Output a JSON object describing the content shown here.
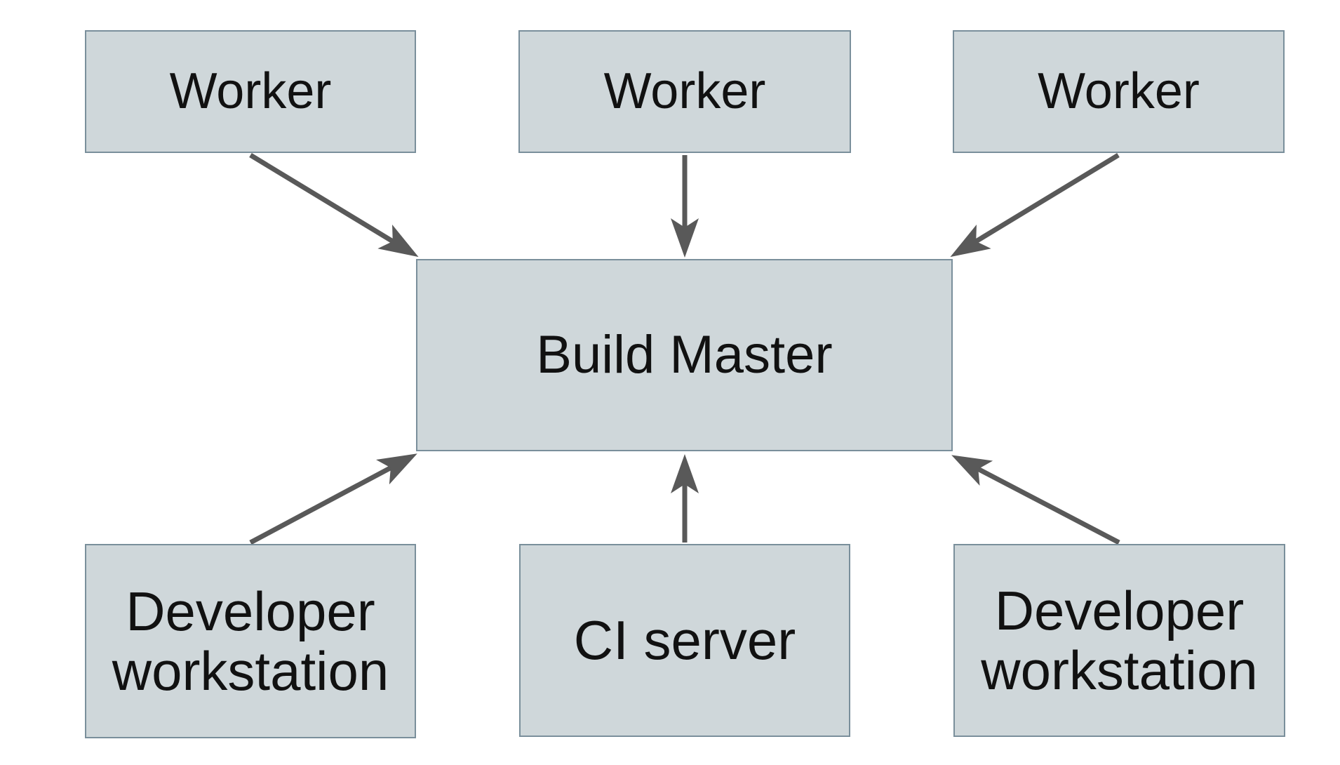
{
  "diagram": {
    "type": "architecture-diagram",
    "background": "#ffffff",
    "nodes": [
      {
        "id": "worker-1",
        "label": "Worker"
      },
      {
        "id": "worker-2",
        "label": "Worker"
      },
      {
        "id": "worker-3",
        "label": "Worker"
      },
      {
        "id": "build-master",
        "label": "Build Master"
      },
      {
        "id": "developer-workstation-left",
        "label": "Developer workstation"
      },
      {
        "id": "ci-server",
        "label": "CI server"
      },
      {
        "id": "developer-workstation-right",
        "label": "Developer workstation"
      }
    ],
    "edges": [
      {
        "from": "worker-1",
        "to": "build-master"
      },
      {
        "from": "worker-2",
        "to": "build-master"
      },
      {
        "from": "worker-3",
        "to": "build-master"
      },
      {
        "from": "developer-workstation-left",
        "to": "build-master"
      },
      {
        "from": "ci-server",
        "to": "build-master"
      },
      {
        "from": "developer-workstation-right",
        "to": "build-master"
      }
    ],
    "colors": {
      "node_fill": "#cfd7da",
      "node_border": "#7a8f9b",
      "arrow": "#595959",
      "text": "#111111"
    }
  }
}
